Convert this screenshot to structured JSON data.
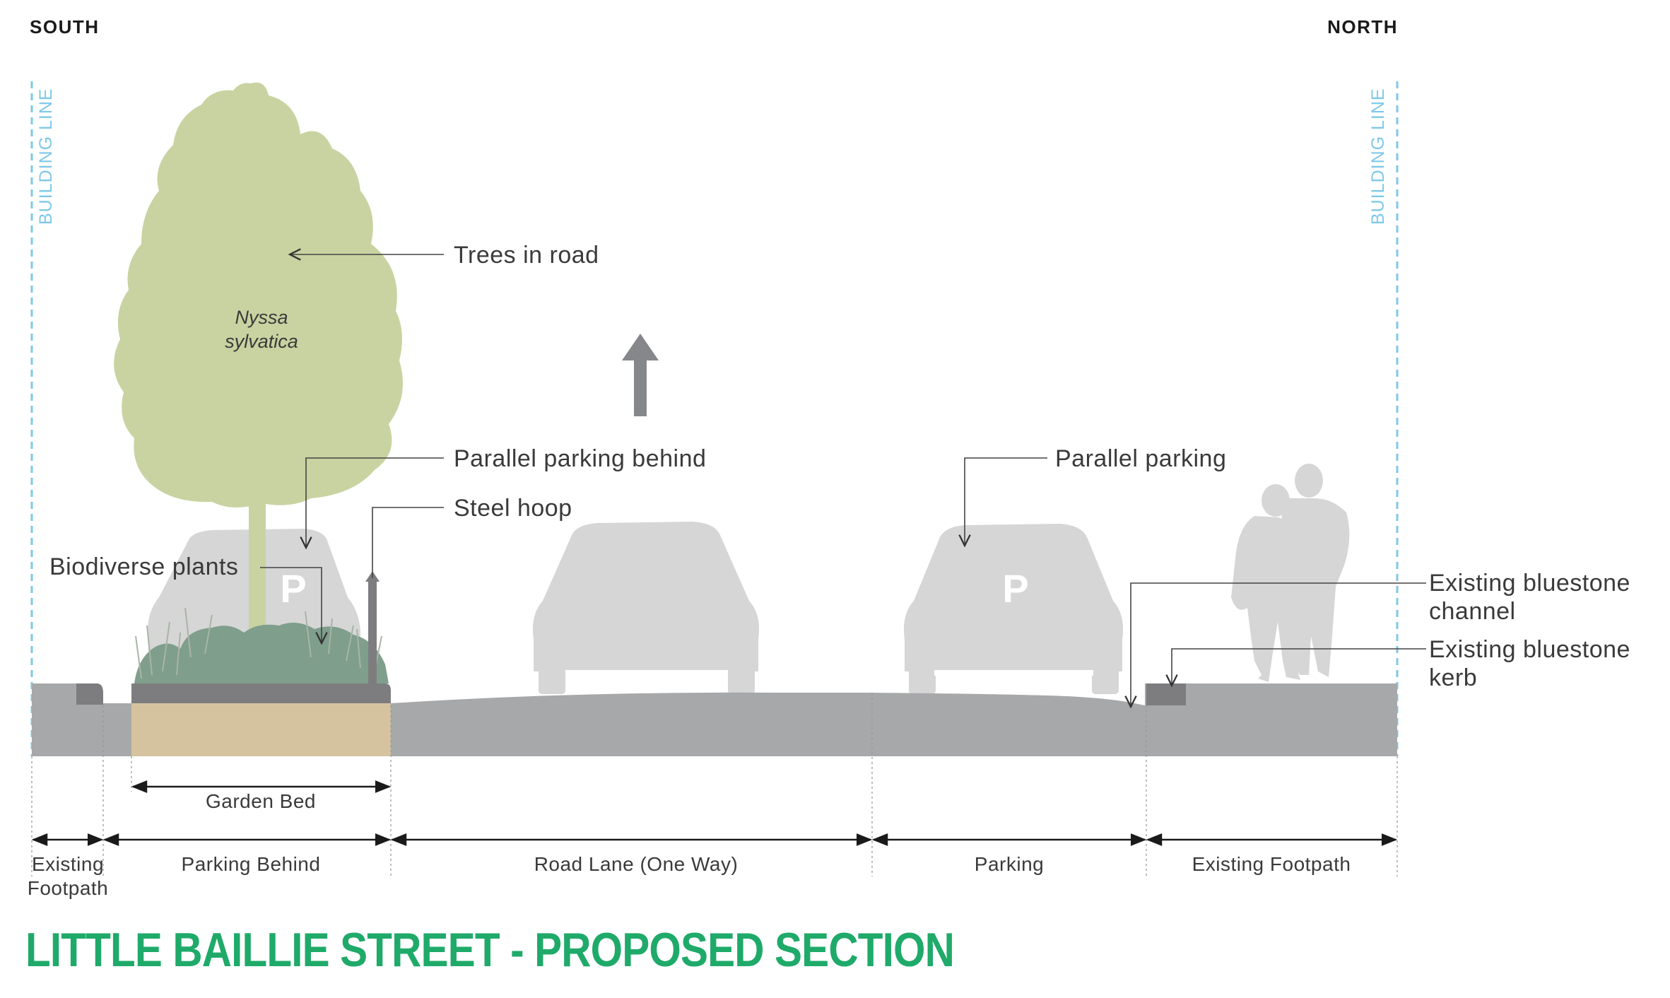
{
  "compass": {
    "south": "SOUTH",
    "north": "NORTH"
  },
  "building_line": {
    "left": "BUILDING LINE",
    "right": "BUILDING LINE"
  },
  "tree": {
    "species_line1": "Nyssa",
    "species_line2": "sylvatica"
  },
  "parking_symbol": "P",
  "callouts": {
    "trees_in_road": "Trees in road",
    "parallel_parking_behind": "Parallel parking behind",
    "steel_hoop": "Steel hoop",
    "biodiverse_plants": "Biodiverse plants",
    "parallel_parking": "Parallel parking",
    "bluestone_channel_1": "Existing bluestone",
    "bluestone_channel_2": "channel",
    "bluestone_kerb_1": "Existing bluestone",
    "bluestone_kerb_2": "kerb"
  },
  "garden_bed": "Garden Bed",
  "zones": {
    "existing_footpath_left_1": "Existing",
    "existing_footpath_left_2": "Footpath",
    "parking_behind": "Parking Behind",
    "road_lane": "Road Lane (One Way)",
    "parking": "Parking",
    "existing_footpath_right": "Existing Footpath"
  },
  "title": "LITTLE BAILLIE STREET - PROPOSED SECTION",
  "colors": {
    "title": "#1faa6a",
    "building_line": "#7ec8ea",
    "tree": "#c9d3a1",
    "plants": "#7f9e8c",
    "car": "#d6d6d6",
    "road": "#a7a8aa",
    "garden_soil": "#d5c3a0",
    "kerb": "#7d7d7f",
    "direction_arrow": "#86878a"
  }
}
